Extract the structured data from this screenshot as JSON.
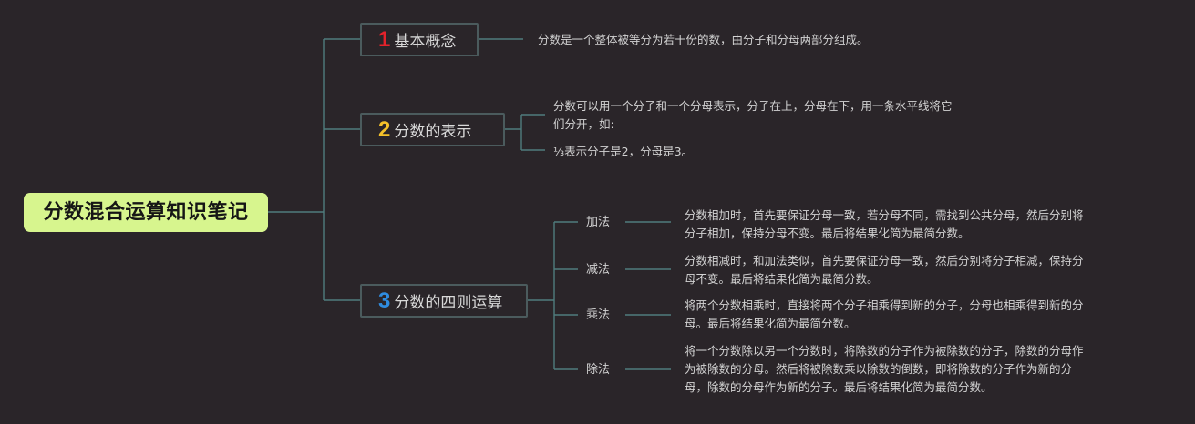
{
  "root": {
    "title": "分数混合运算知识笔记"
  },
  "topics": [
    {
      "number": "1",
      "label": "基本概念",
      "details": [
        "分数是一个整体被等分为若干份的数，由分子和分母两部分组成。"
      ]
    },
    {
      "number": "2",
      "label": "分数的表示",
      "details": [
        "分数可以用一个分子和一个分母表示，分子在上，分母在下，用一条水平线将它",
        "们分开，如:",
        "⅓表示分子是2，分母是3。"
      ]
    },
    {
      "number": "3",
      "label": "分数的四则运算",
      "operations": [
        {
          "name": "加法",
          "lines": [
            "分数相加时，首先要保证分母一致，若分母不同，需找到公共分母，然后分别将",
            "分子相加，保持分母不变。最后将结果化简为最简分数。"
          ]
        },
        {
          "name": "减法",
          "lines": [
            "分数相减时，和加法类似，首先要保证分母一致，然后分别将分子相减，保持分",
            "母不变。最后将结果化简为最简分数。"
          ]
        },
        {
          "name": "乘法",
          "lines": [
            "将两个分数相乘时，直接将两个分子相乘得到新的分子，分母也相乘得到新的分",
            "母。最后将结果化简为最简分数。"
          ]
        },
        {
          "name": "除法",
          "lines": [
            "将一个分数除以另一个分数时，将除数的分子作为被除数的分子，除数的分母作",
            "为被除数的分母。然后将被除数乘以除数的倒数，即将除数的分子作为新的分",
            "母，除数的分母作为新的分子。最后将结果化简为最简分数。"
          ]
        }
      ]
    }
  ],
  "colors": {
    "background": "#2a2529",
    "root_fill": "#d7f58e",
    "connector": "#4f7c7d",
    "number_1": "#e5222b",
    "number_2": "#f5c12a",
    "number_3": "#2f8ce0"
  }
}
